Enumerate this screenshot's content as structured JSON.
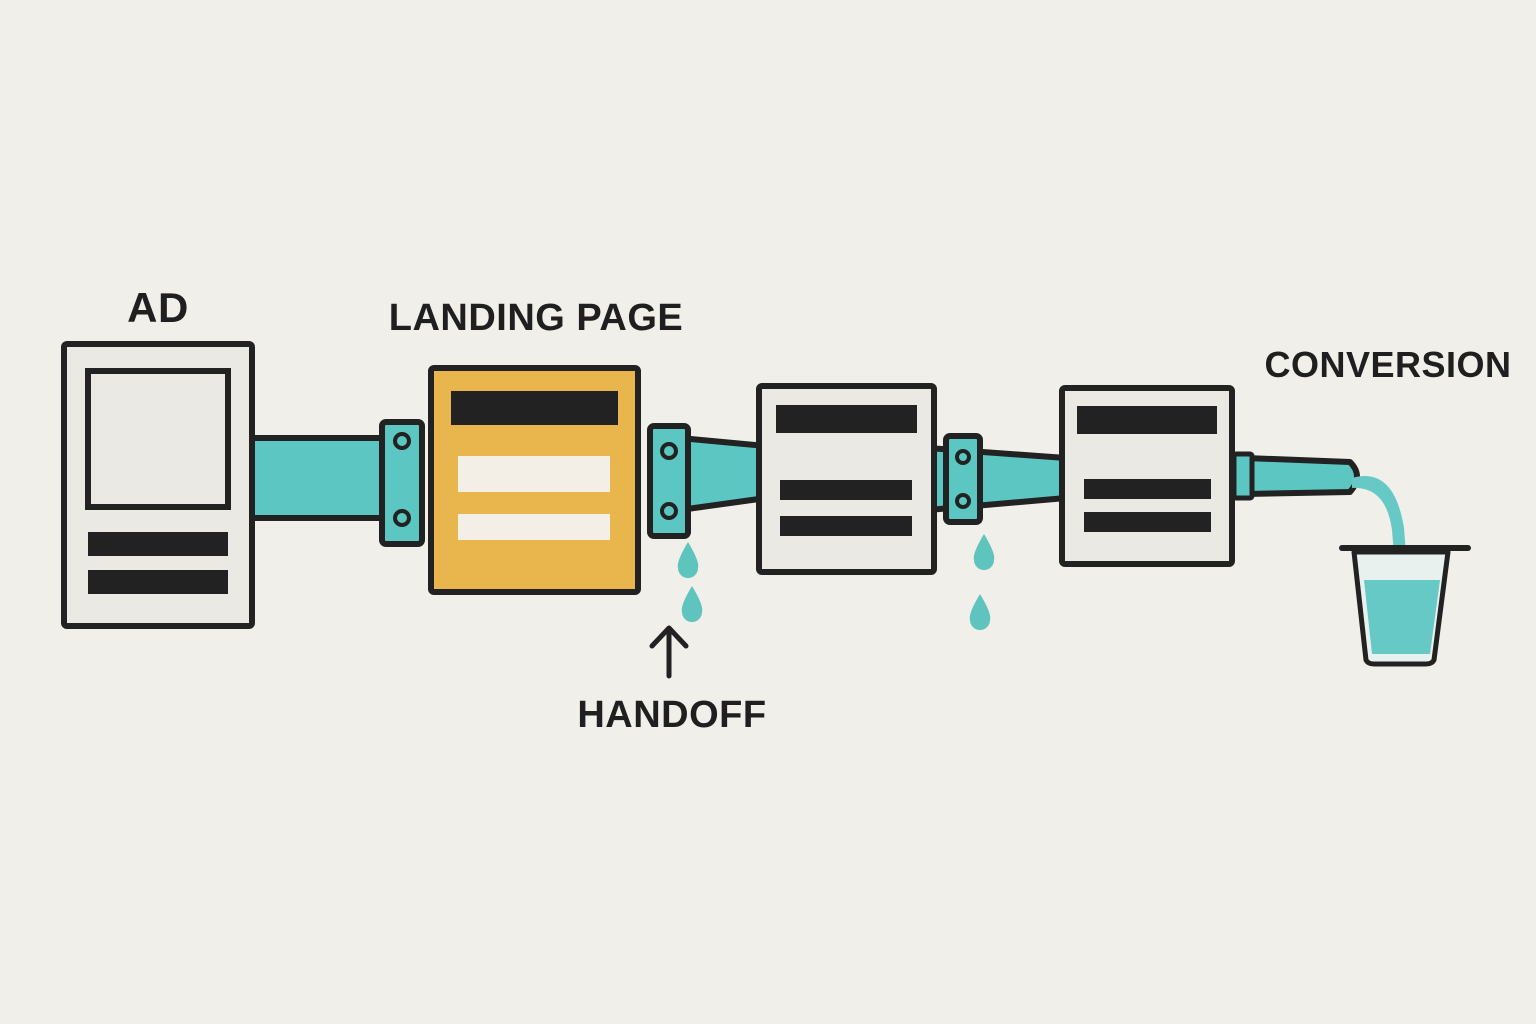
{
  "labels": {
    "ad": "AD",
    "landing_page": "LANDING PAGE",
    "handoff": "HANDOFF",
    "conversion": "CONVERSION"
  },
  "colors": {
    "background": "#f0efea",
    "pipe": "#5cc6c2",
    "outline": "#222222",
    "landing_page_fill": "#e9b54d",
    "box_fill": "#ebe9e4",
    "water": "#66c9c6"
  },
  "stages": [
    {
      "name": "ad",
      "highlighted": false
    },
    {
      "name": "landing-page",
      "highlighted": true
    },
    {
      "name": "step-3",
      "highlighted": false
    },
    {
      "name": "step-4",
      "highlighted": false
    },
    {
      "name": "conversion-cup",
      "highlighted": false
    }
  ],
  "icons": [
    "arrow-up-icon",
    "water-drop-icon",
    "cup-icon",
    "pipe-coupling-icon"
  ]
}
